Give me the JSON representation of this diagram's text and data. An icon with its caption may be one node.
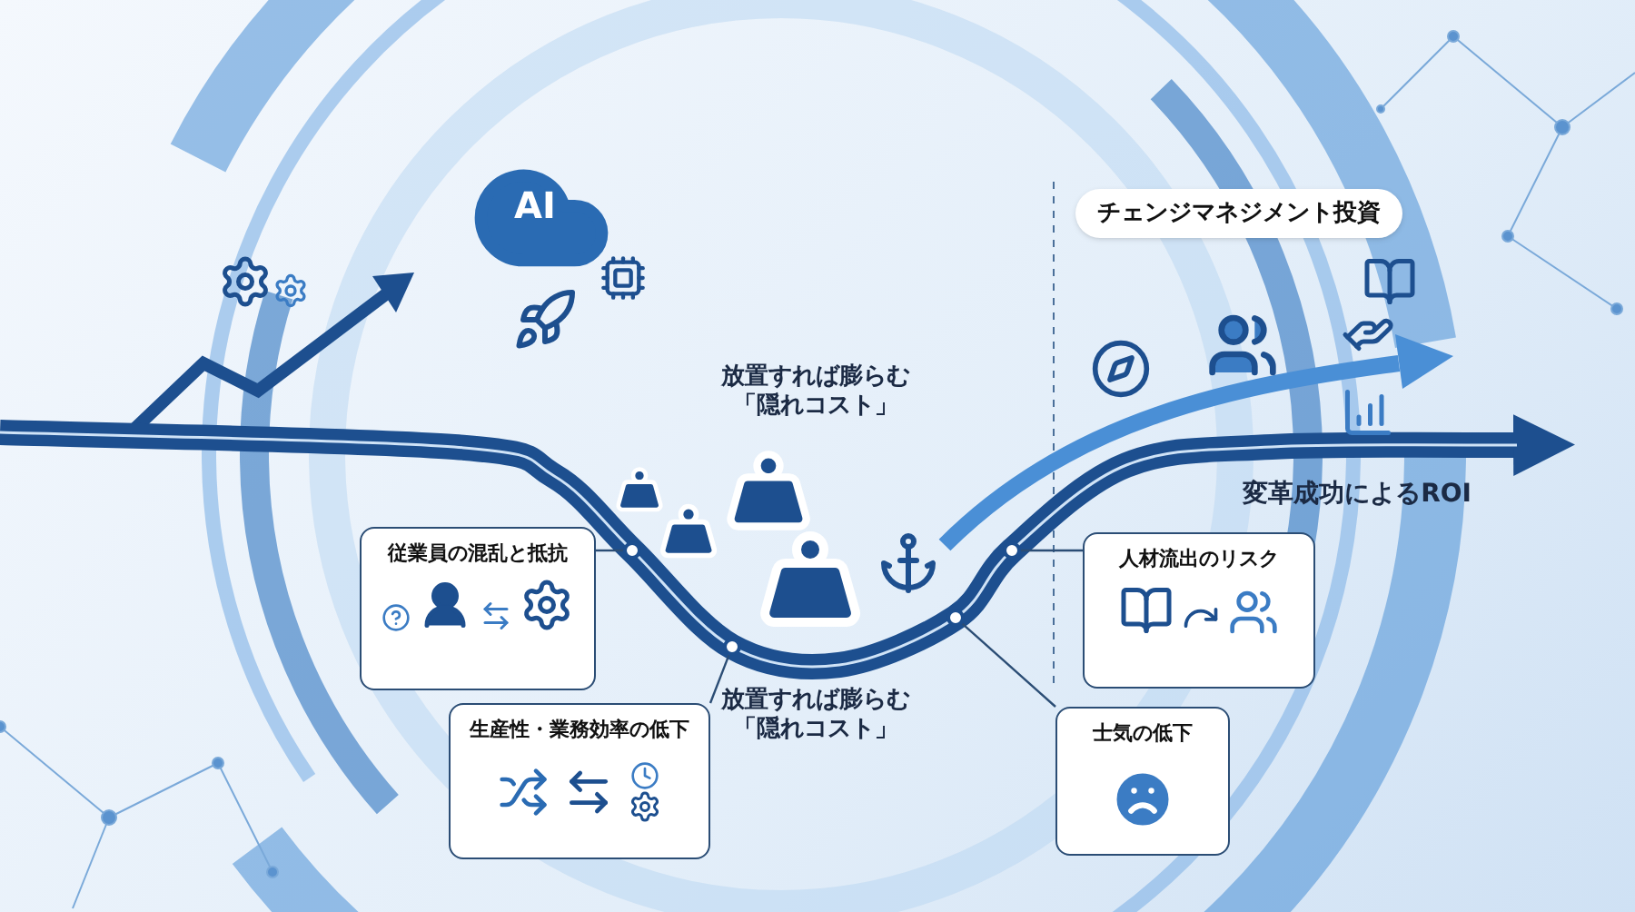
{
  "diagram": {
    "nodes": [
      {
        "text": [
          "チェンジマネジメント投資"
        ]
      },
      {
        "text": [
          "従業員の混乱と抵抗"
        ]
      },
      {
        "text": [
          "生産性・業務効率の低下"
        ]
      },
      {
        "text": [
          "人材流出のリスク"
        ]
      },
      {
        "text": [
          "士気の低下"
        ]
      },
      {
        "text": [],
        "shape": "circle"
      },
      {
        "text": [],
        "shape": "circle"
      },
      {
        "text": [],
        "shape": "circle"
      },
      {
        "text": [],
        "shape": "circle"
      }
    ],
    "edges": [
      {
        "from": 1,
        "to": 5,
        "arrow": "none"
      },
      {
        "from": 2,
        "to": 6,
        "arrow": "none"
      },
      {
        "from": 4,
        "to": 7,
        "arrow": "none"
      },
      {
        "from": 3,
        "to": 8,
        "arrow": "none"
      }
    ],
    "labels": [
      "AI",
      "放置すれば膨らむ「隠れコスト」",
      "変革成功によるROI",
      "放置すれば膨らむ「隠れコスト」"
    ]
  }
}
